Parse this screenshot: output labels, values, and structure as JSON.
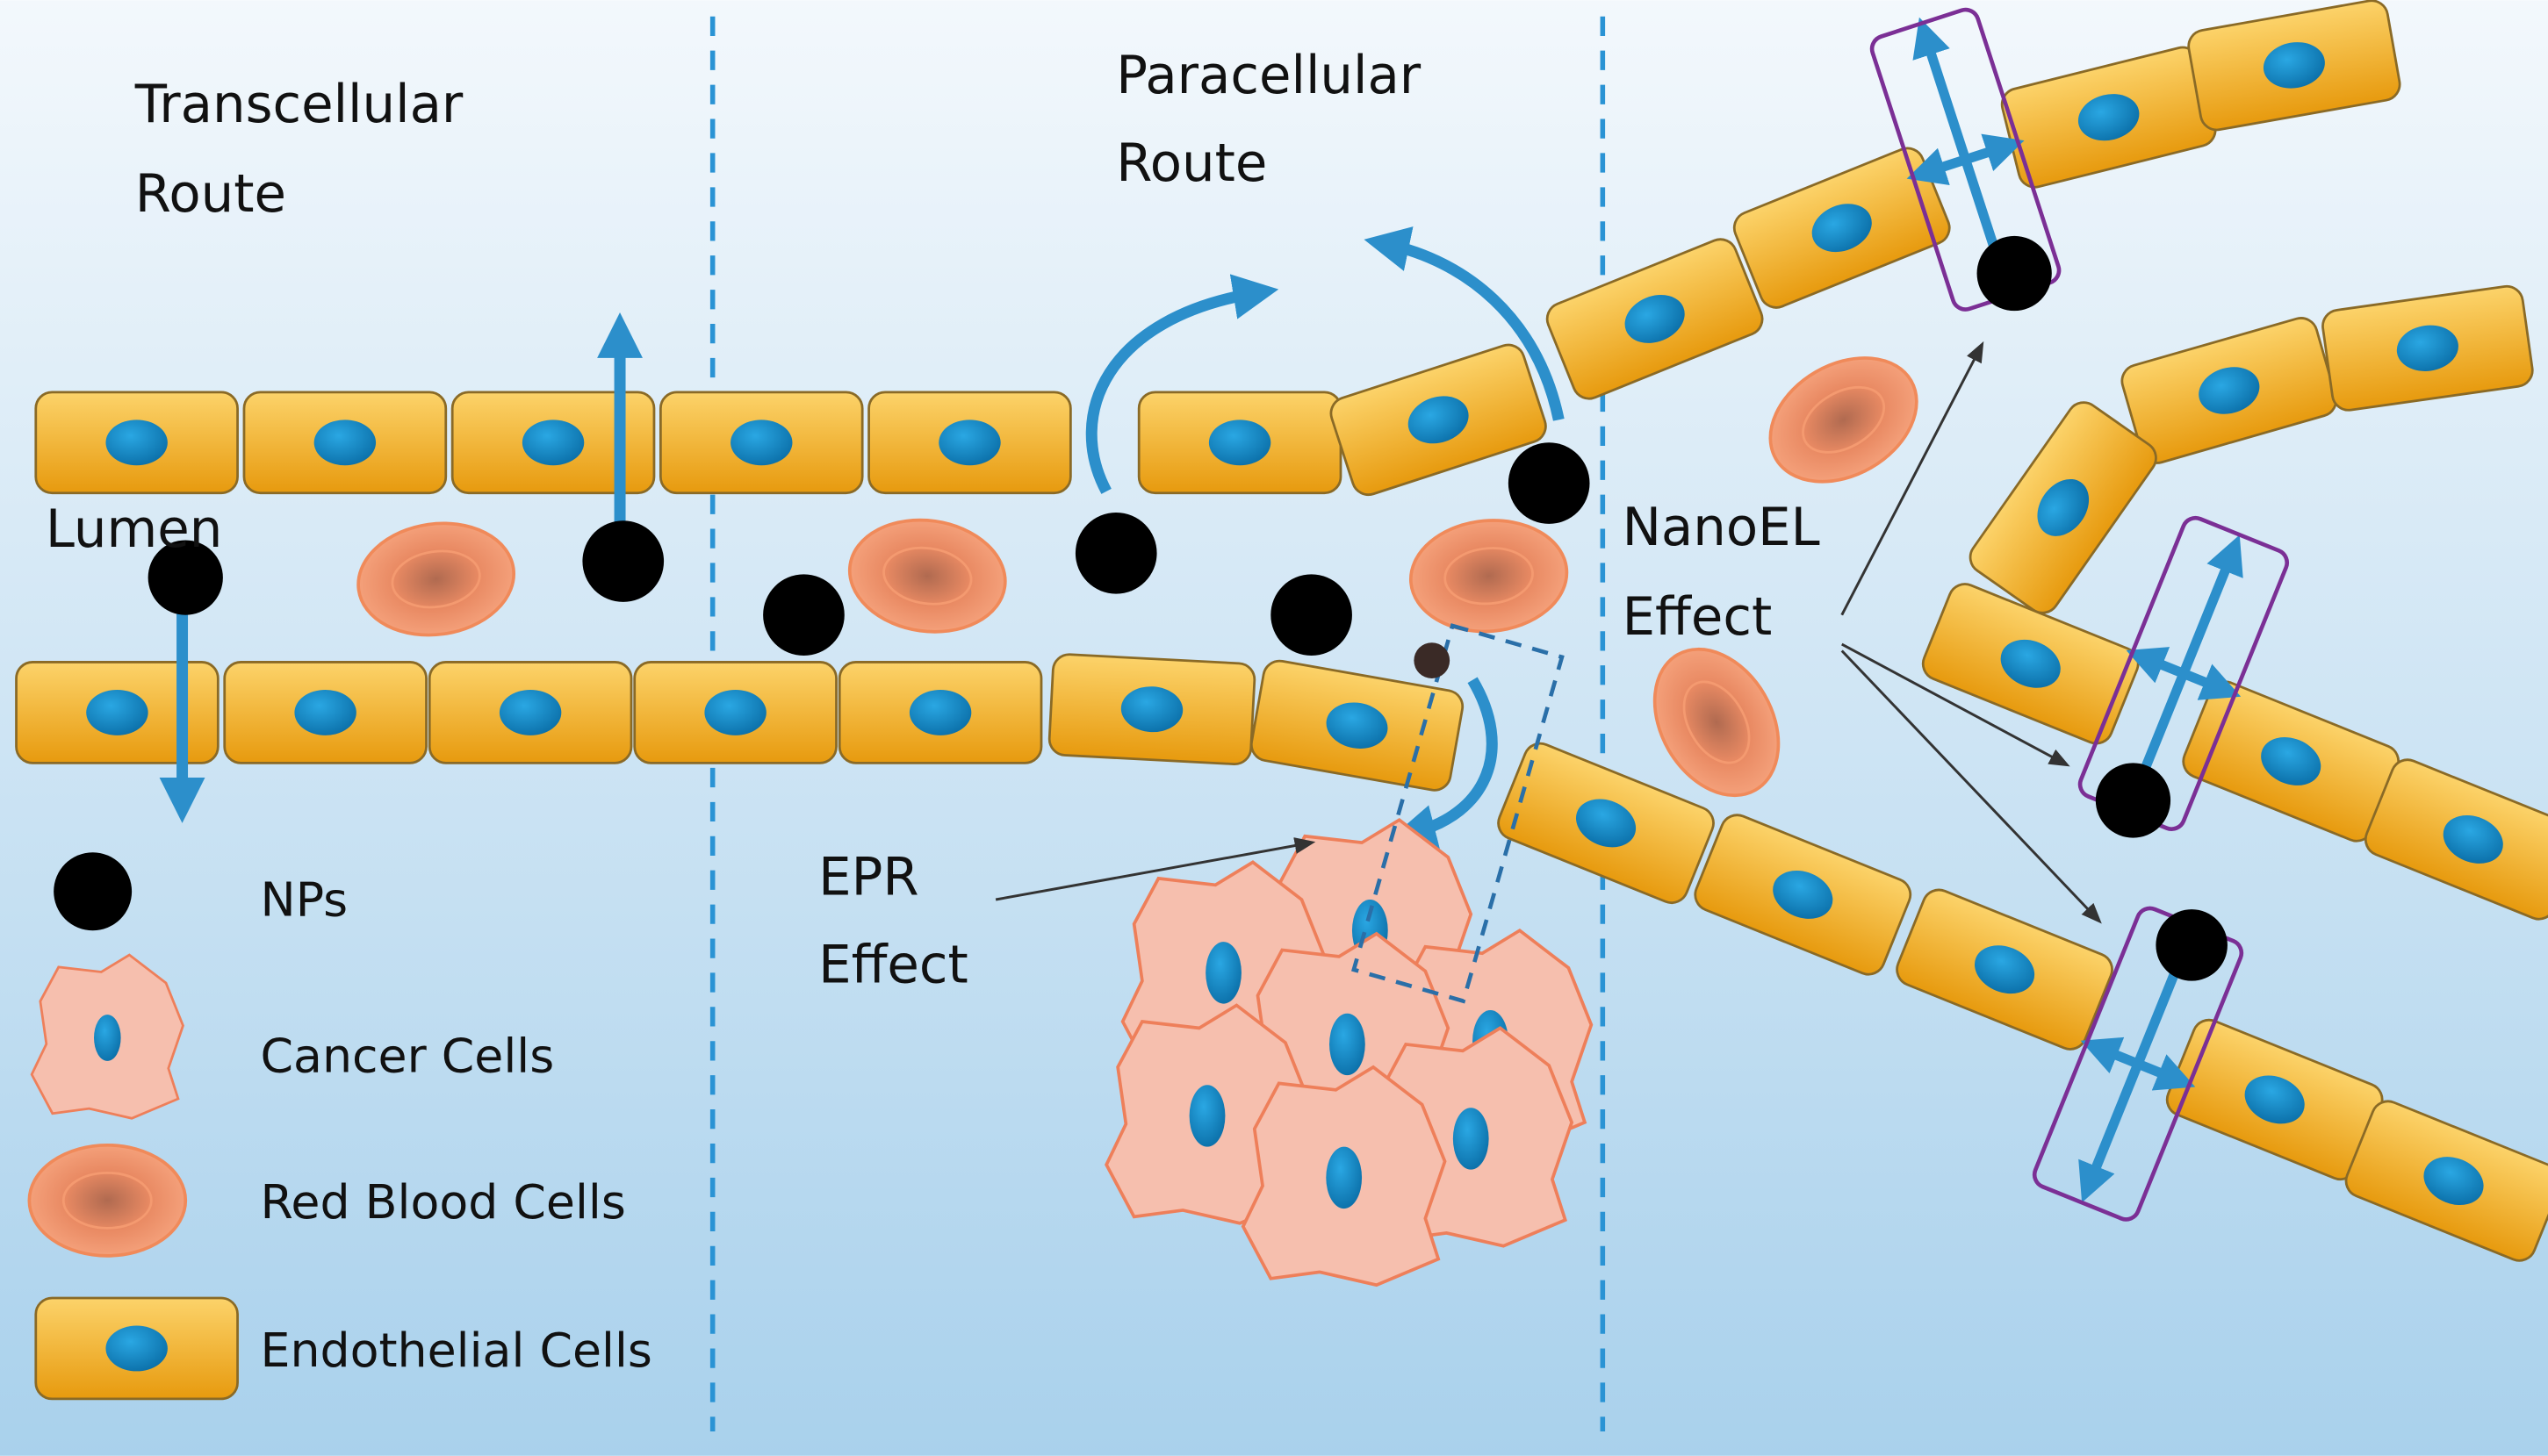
{
  "colors": {
    "background_top": "#f3f8fc",
    "background_bottom": "#a9d1ec",
    "endothelial_fill_top": "#fcd36a",
    "endothelial_fill_bottom": "#e79a0e",
    "endothelial_border": "#8a6a26",
    "nucleus": "#1487c6",
    "nanoparticle": "#000000",
    "red_blood_cell": "#f08a5a",
    "cancer_cell": "#f6bfae",
    "arrow": "#2c8fcb",
    "divider": "#2a93d4",
    "nanoel_box": "#7b2f95"
  },
  "labels": {
    "transcellular_line1": "Transcellular",
    "transcellular_line2": "Route",
    "paracellular_line1": "Paracellular",
    "paracellular_line2": "Route",
    "lumen": "Lumen",
    "nanoel_line1": "NanoEL",
    "nanoel_line2": "Effect",
    "epr_line1": "EPR",
    "epr_line2": "Effect"
  },
  "legend": [
    {
      "icon": "nanoparticle-icon",
      "label": "NPs"
    },
    {
      "icon": "cancer-cell-icon",
      "label": "Cancer Cells"
    },
    {
      "icon": "red-blood-cell-icon",
      "label": "Red Blood Cells"
    },
    {
      "icon": "endothelial-cell-icon",
      "label": "Endothelial Cells"
    }
  ]
}
